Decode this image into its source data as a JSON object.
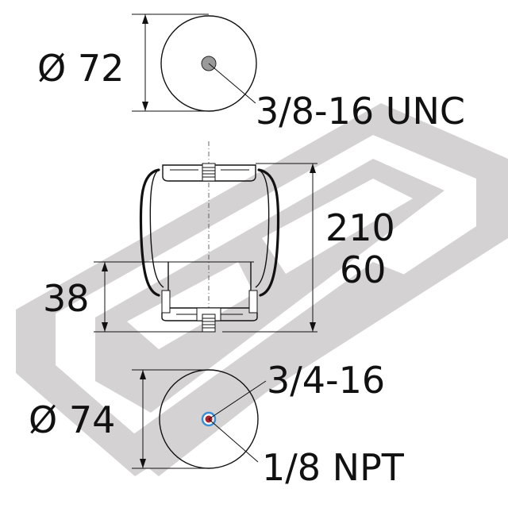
{
  "top_view": {
    "diameter_label": "Ø 72",
    "thread_label": "3/8-16 UNC"
  },
  "side_view": {
    "height_label": "210",
    "second_height_label": "60",
    "piston_height_label": "38"
  },
  "bottom_view": {
    "diameter_label": "Ø 74",
    "thread_label": "3/4-16",
    "port_label": "1/8 NPT"
  },
  "colors": {
    "line": "#111111",
    "watermark": "#d4d2d2",
    "port_outer": "#3a8fd6",
    "port_inner": "#b0202a"
  }
}
